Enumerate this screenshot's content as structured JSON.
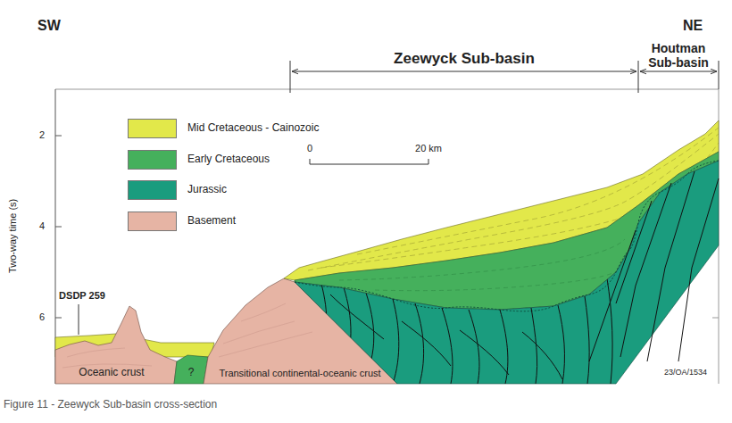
{
  "diagram": {
    "caption": "Figure 11 - Zeewyck Sub-basin cross-section",
    "labels": [
      "SW",
      "NE",
      "Zeewyck Sub-basin",
      "Houtman Sub-basin",
      "0",
      "20 km",
      "Two-way time (s)",
      "2",
      "4",
      "6",
      "DSDP 259",
      "Oceanic crust",
      "?",
      "Transitional continental-oceanic crust",
      "23/OA/1534"
    ],
    "legend": [
      {
        "text": "Mid Cretaceous - Cainozoic",
        "color": "#e2e84a"
      },
      {
        "text": "Early Cretaceous",
        "color": "#45b05c"
      },
      {
        "text": "Jurassic",
        "color": "#1a9c7e"
      },
      {
        "text": "Basement",
        "color": "#e6b4a4"
      }
    ]
  }
}
